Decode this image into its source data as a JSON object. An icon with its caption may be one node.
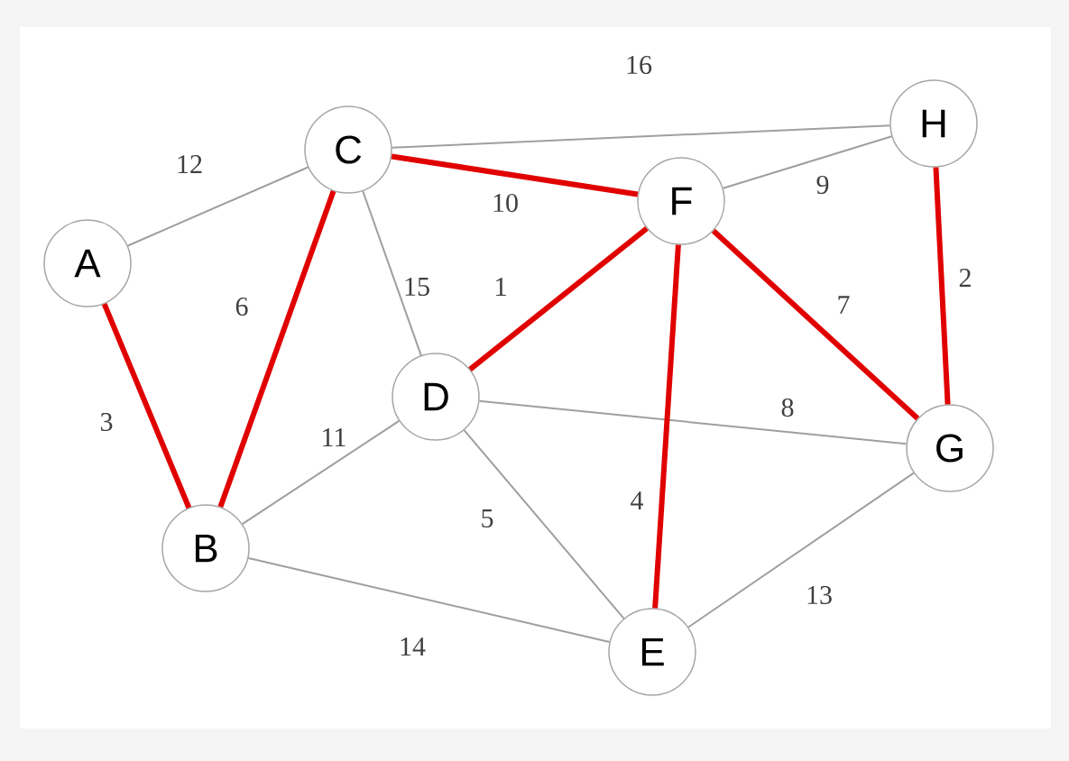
{
  "diagram": {
    "nodes": [
      {
        "text": [
          "A"
        ]
      },
      {
        "text": [
          "B"
        ]
      },
      {
        "text": [
          "C"
        ]
      },
      {
        "text": [
          "D"
        ]
      },
      {
        "text": [
          "E"
        ]
      },
      {
        "text": [
          "F"
        ]
      },
      {
        "text": [
          "G"
        ]
      },
      {
        "text": [
          "H"
        ]
      }
    ],
    "edges": [
      {
        "from": 0,
        "to": 2,
        "arrow": "none",
        "label": "12"
      },
      {
        "from": 0,
        "to": 1,
        "arrow": "none",
        "label": "3",
        "style": "thick",
        "color": "#e00000"
      },
      {
        "from": 1,
        "to": 2,
        "arrow": "none",
        "label": "6",
        "style": "thick",
        "color": "#e00000"
      },
      {
        "from": 2,
        "to": 7,
        "arrow": "none",
        "label": "16"
      },
      {
        "from": 2,
        "to": 5,
        "arrow": "none",
        "label": "10",
        "style": "thick",
        "color": "#e00000"
      },
      {
        "from": 2,
        "to": 3,
        "arrow": "none",
        "label": "15"
      },
      {
        "from": 5,
        "to": 7,
        "arrow": "none",
        "label": "9"
      },
      {
        "from": 7,
        "to": 6,
        "arrow": "none",
        "label": "2",
        "style": "thick",
        "color": "#e00000"
      },
      {
        "from": 5,
        "to": 3,
        "arrow": "none",
        "label": "1",
        "style": "thick",
        "color": "#e00000"
      },
      {
        "from": 5,
        "to": 6,
        "arrow": "none",
        "label": "7",
        "style": "thick",
        "color": "#e00000"
      },
      {
        "from": 3,
        "to": 6,
        "arrow": "none",
        "label": "8"
      },
      {
        "from": 1,
        "to": 3,
        "arrow": "none",
        "label": "11"
      },
      {
        "from": 5,
        "to": 4,
        "arrow": "none",
        "label": "4",
        "style": "thick",
        "color": "#e00000"
      },
      {
        "from": 3,
        "to": 4,
        "arrow": "none",
        "label": "5"
      },
      {
        "from": 1,
        "to": 4,
        "arrow": "none",
        "label": "14"
      },
      {
        "from": 4,
        "to": 6,
        "arrow": "none",
        "label": "13"
      }
    ]
  }
}
